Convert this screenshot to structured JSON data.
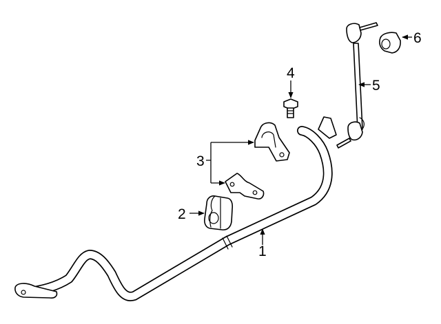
{
  "callouts": {
    "c1": "1",
    "c2": "2",
    "c3": "3",
    "c4": "4",
    "c5": "5",
    "c6": "6"
  },
  "parts": [
    {
      "number": "1",
      "icon": "stabilizer-bar-icon"
    },
    {
      "number": "2",
      "icon": "bushing-icon"
    },
    {
      "number": "3",
      "icon": "bracket-icon"
    },
    {
      "number": "4",
      "icon": "bolt-icon"
    },
    {
      "number": "5",
      "icon": "stabilizer-link-icon"
    },
    {
      "number": "6",
      "icon": "link-boot-icon"
    }
  ]
}
